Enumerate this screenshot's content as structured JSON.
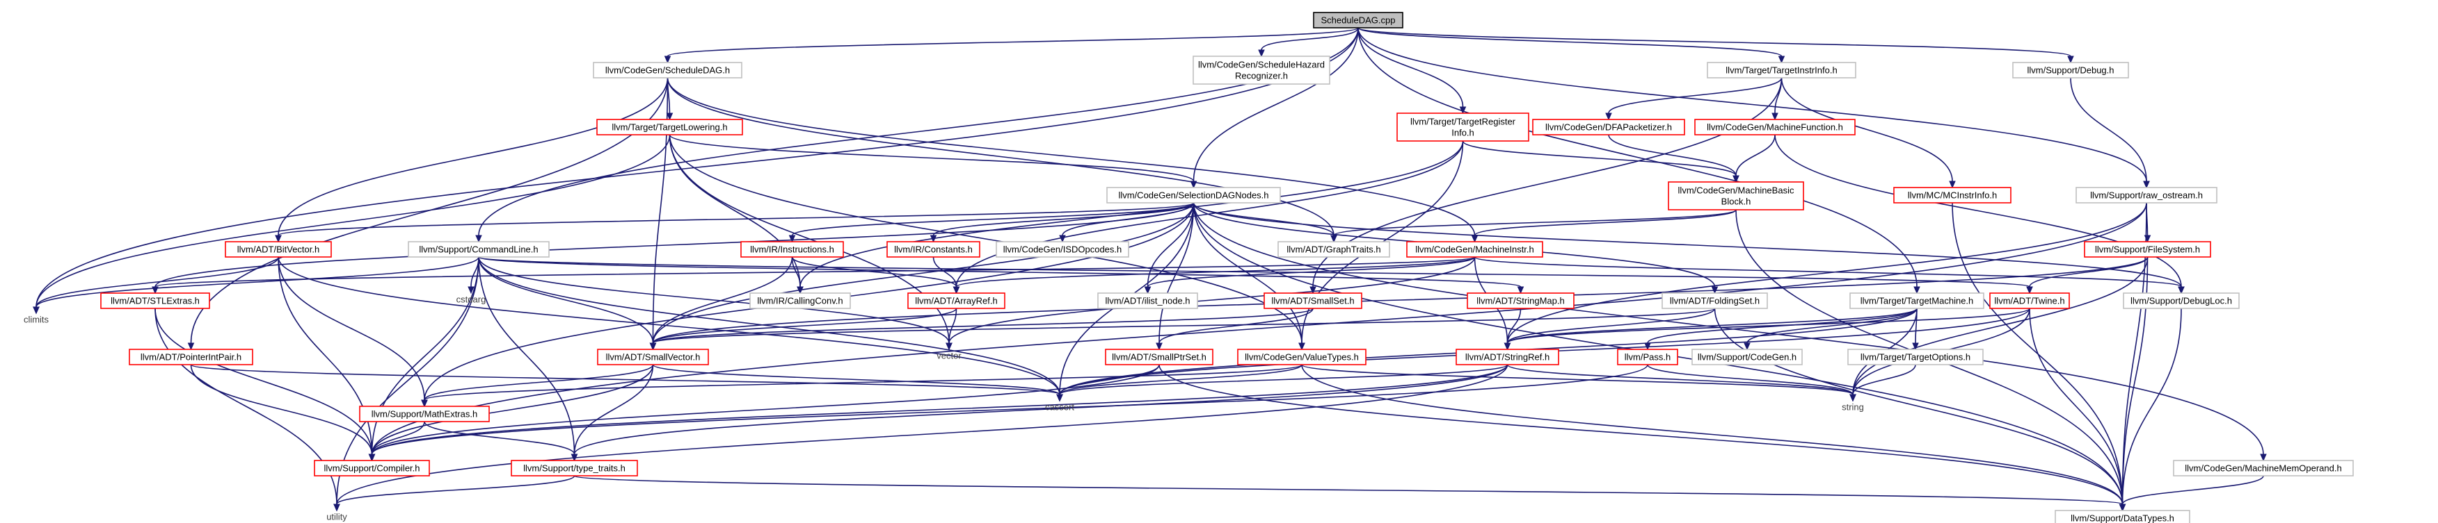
{
  "title": "ScheduleDAG.cpp",
  "colors": {
    "edge": "#191970",
    "red_border": "#ff0000",
    "grey_border": "#bfbfbf",
    "main_fill": "#bfbfbf"
  },
  "nodes": [
    {
      "id": "ScheduleDAG.cpp",
      "lines": [
        "ScheduleDAG.cpp"
      ],
      "kind": "main"
    },
    {
      "id": "climits",
      "lines": [
        "climits"
      ],
      "kind": "plain"
    },
    {
      "id": "CodeGen/ScheduleDAG.h",
      "lines": [
        "llvm/CodeGen/ScheduleDAG.h"
      ],
      "kind": "normal"
    },
    {
      "id": "Support/CommandLine.h",
      "lines": [
        "llvm/Support/CommandLine.h"
      ],
      "kind": "normal"
    },
    {
      "id": "CodeGen/ScheduleHazardRecognizer.h",
      "lines": [
        "llvm/CodeGen/ScheduleHazard",
        "Recognizer.h"
      ],
      "kind": "normal"
    },
    {
      "id": "Target/TargetRegisterInfo.h",
      "lines": [
        "llvm/Target/TargetRegister",
        "Info.h"
      ],
      "kind": "red"
    },
    {
      "id": "Target/TargetInstrInfo.h",
      "lines": [
        "llvm/Target/TargetInstrInfo.h"
      ],
      "kind": "normal"
    },
    {
      "id": "Support/Debug.h",
      "lines": [
        "llvm/Support/Debug.h"
      ],
      "kind": "normal"
    },
    {
      "id": "Target/TargetLowering.h",
      "lines": [
        "llvm/Target/TargetLowering.h"
      ],
      "kind": "red"
    },
    {
      "id": "CodeGen/DFAPacketizer.h",
      "lines": [
        "llvm/CodeGen/DFAPacketizer.h"
      ],
      "kind": "red"
    },
    {
      "id": "CodeGen/MachineFunction.h",
      "lines": [
        "llvm/CodeGen/MachineFunction.h"
      ],
      "kind": "red"
    },
    {
      "id": "CodeGen/SelectionDAGNodes.h",
      "lines": [
        "llvm/CodeGen/SelectionDAGNodes.h"
      ],
      "kind": "normal"
    },
    {
      "id": "CodeGen/MachineBasicBlock.h",
      "lines": [
        "llvm/CodeGen/MachineBasic",
        "Block.h"
      ],
      "kind": "red"
    },
    {
      "id": "MC/MCInstrInfo.h",
      "lines": [
        "llvm/MC/MCInstrInfo.h"
      ],
      "kind": "red"
    },
    {
      "id": "Support/raw_ostream.h",
      "lines": [
        "llvm/Support/raw_ostream.h"
      ],
      "kind": "normal"
    },
    {
      "id": "ADT/BitVector.h",
      "lines": [
        "llvm/ADT/BitVector.h"
      ],
      "kind": "red"
    },
    {
      "id": "IR/Instructions.h",
      "lines": [
        "llvm/IR/Instructions.h"
      ],
      "kind": "red"
    },
    {
      "id": "IR/Constants.h",
      "lines": [
        "llvm/IR/Constants.h"
      ],
      "kind": "red"
    },
    {
      "id": "CodeGen/ISDOpcodes.h",
      "lines": [
        "llvm/CodeGen/ISDOpcodes.h"
      ],
      "kind": "normal"
    },
    {
      "id": "ADT/GraphTraits.h",
      "lines": [
        "llvm/ADT/GraphTraits.h"
      ],
      "kind": "normal"
    },
    {
      "id": "CodeGen/MachineInstr.h",
      "lines": [
        "llvm/CodeGen/MachineInstr.h"
      ],
      "kind": "red"
    },
    {
      "id": "Support/FileSystem.h",
      "lines": [
        "llvm/Support/FileSystem.h"
      ],
      "kind": "red"
    },
    {
      "id": "ADT/STLExtras.h",
      "lines": [
        "llvm/ADT/STLExtras.h"
      ],
      "kind": "red"
    },
    {
      "id": "cstdarg",
      "lines": [
        "cstdarg"
      ],
      "kind": "plain"
    },
    {
      "id": "IR/CallingConv.h",
      "lines": [
        "llvm/IR/CallingConv.h"
      ],
      "kind": "normal"
    },
    {
      "id": "ADT/ArrayRef.h",
      "lines": [
        "llvm/ADT/ArrayRef.h"
      ],
      "kind": "red"
    },
    {
      "id": "ADT/ilist_node.h",
      "lines": [
        "llvm/ADT/ilist_node.h"
      ],
      "kind": "normal"
    },
    {
      "id": "ADT/SmallSet.h",
      "lines": [
        "llvm/ADT/SmallSet.h"
      ],
      "kind": "red"
    },
    {
      "id": "ADT/StringMap.h",
      "lines": [
        "llvm/ADT/StringMap.h"
      ],
      "kind": "red"
    },
    {
      "id": "ADT/FoldingSet.h",
      "lines": [
        "llvm/ADT/FoldingSet.h"
      ],
      "kind": "normal"
    },
    {
      "id": "Target/TargetMachine.h",
      "lines": [
        "llvm/Target/TargetMachine.h"
      ],
      "kind": "normal"
    },
    {
      "id": "ADT/Twine.h",
      "lines": [
        "llvm/ADT/Twine.h"
      ],
      "kind": "red"
    },
    {
      "id": "Support/DebugLoc.h",
      "lines": [
        "llvm/Support/DebugLoc.h"
      ],
      "kind": "normal"
    },
    {
      "id": "ADT/PointerIntPair.h",
      "lines": [
        "llvm/ADT/PointerIntPair.h"
      ],
      "kind": "red"
    },
    {
      "id": "ADT/SmallVector.h",
      "lines": [
        "llvm/ADT/SmallVector.h"
      ],
      "kind": "red"
    },
    {
      "id": "vector",
      "lines": [
        "vector"
      ],
      "kind": "plain"
    },
    {
      "id": "ADT/SmallPtrSet.h",
      "lines": [
        "llvm/ADT/SmallPtrSet.h"
      ],
      "kind": "red"
    },
    {
      "id": "CodeGen/ValueTypes.h",
      "lines": [
        "llvm/CodeGen/ValueTypes.h"
      ],
      "kind": "red"
    },
    {
      "id": "ADT/StringRef.h",
      "lines": [
        "llvm/ADT/StringRef.h"
      ],
      "kind": "red"
    },
    {
      "id": "Pass.h",
      "lines": [
        "llvm/Pass.h"
      ],
      "kind": "red"
    },
    {
      "id": "Support/CodeGen.h",
      "lines": [
        "llvm/Support/CodeGen.h"
      ],
      "kind": "normal"
    },
    {
      "id": "Target/TargetOptions.h",
      "lines": [
        "llvm/Target/TargetOptions.h"
      ],
      "kind": "normal"
    },
    {
      "id": "cassert",
      "lines": [
        "cassert"
      ],
      "kind": "plain"
    },
    {
      "id": "string",
      "lines": [
        "string"
      ],
      "kind": "plain"
    },
    {
      "id": "Support/MathExtras.h",
      "lines": [
        "llvm/Support/MathExtras.h"
      ],
      "kind": "red"
    },
    {
      "id": "Support/Compiler.h",
      "lines": [
        "llvm/Support/Compiler.h"
      ],
      "kind": "red"
    },
    {
      "id": "Support/type_traits.h",
      "lines": [
        "llvm/Support/type_traits.h"
      ],
      "kind": "red"
    },
    {
      "id": "CodeGen/MachineMemOperand.h",
      "lines": [
        "llvm/CodeGen/MachineMemOperand.h"
      ],
      "kind": "normal"
    },
    {
      "id": "utility",
      "lines": [
        "utility"
      ],
      "kind": "plain"
    },
    {
      "id": "Support/DataTypes.h",
      "lines": [
        "llvm/Support/DataTypes.h"
      ],
      "kind": "normal"
    }
  ],
  "edges": [
    [
      "ScheduleDAG.cpp",
      "climits"
    ],
    [
      "ScheduleDAG.cpp",
      "CodeGen/ScheduleDAG.h"
    ],
    [
      "ScheduleDAG.cpp",
      "Support/CommandLine.h"
    ],
    [
      "ScheduleDAG.cpp",
      "CodeGen/ScheduleHazardRecognizer.h"
    ],
    [
      "ScheduleDAG.cpp",
      "Target/TargetRegisterInfo.h"
    ],
    [
      "ScheduleDAG.cpp",
      "CodeGen/SelectionDAGNodes.h"
    ],
    [
      "ScheduleDAG.cpp",
      "Target/TargetInstrInfo.h"
    ],
    [
      "ScheduleDAG.cpp",
      "Support/Debug.h"
    ],
    [
      "ScheduleDAG.cpp",
      "Support/raw_ostream.h"
    ],
    [
      "ScheduleDAG.cpp",
      "Target/TargetMachine.h"
    ],
    [
      "CodeGen/ScheduleDAG.h",
      "Target/TargetLowering.h"
    ],
    [
      "CodeGen/ScheduleDAG.h",
      "ADT/BitVector.h"
    ],
    [
      "CodeGen/ScheduleDAG.h",
      "ADT/GraphTraits.h"
    ],
    [
      "CodeGen/ScheduleDAG.h",
      "CodeGen/MachineInstr.h"
    ],
    [
      "CodeGen/ScheduleDAG.h",
      "ADT/PointerIntPair.h"
    ],
    [
      "CodeGen/ScheduleDAG.h",
      "ADT/SmallVector.h"
    ],
    [
      "Target/TargetLowering.h",
      "climits"
    ],
    [
      "Target/TargetLowering.h",
      "CodeGen/SelectionDAGNodes.h"
    ],
    [
      "Target/TargetLowering.h",
      "IR/CallingConv.h"
    ],
    [
      "Target/TargetLowering.h",
      "vector"
    ],
    [
      "Target/TargetLowering.h",
      "CodeGen/ValueTypes.h"
    ],
    [
      "Target/TargetRegisterInfo.h",
      "ADT/ArrayRef.h"
    ],
    [
      "Target/TargetRegisterInfo.h",
      "IR/CallingConv.h"
    ],
    [
      "Target/TargetRegisterInfo.h",
      "CodeGen/MachineBasicBlock.h"
    ],
    [
      "Target/TargetRegisterInfo.h",
      "CodeGen/ValueTypes.h"
    ],
    [
      "Target/TargetInstrInfo.h",
      "CodeGen/DFAPacketizer.h"
    ],
    [
      "Target/TargetInstrInfo.h",
      "CodeGen/MachineFunction.h"
    ],
    [
      "Target/TargetInstrInfo.h",
      "MC/MCInstrInfo.h"
    ],
    [
      "Target/TargetInstrInfo.h",
      "ADT/SmallSet.h"
    ],
    [
      "CodeGen/DFAPacketizer.h",
      "CodeGen/MachineBasicBlock.h"
    ],
    [
      "CodeGen/MachineFunction.h",
      "CodeGen/MachineBasicBlock.h"
    ],
    [
      "CodeGen/MachineFunction.h",
      "Support/DebugLoc.h"
    ],
    [
      "CodeGen/MachineBasicBlock.h",
      "CodeGen/MachineInstr.h"
    ],
    [
      "CodeGen/MachineBasicBlock.h",
      "ADT/GraphTraits.h"
    ],
    [
      "CodeGen/MachineBasicBlock.h",
      "Support/DataTypes.h"
    ],
    [
      "MC/MCInstrInfo.h",
      "Support/DataTypes.h"
    ],
    [
      "Support/Debug.h",
      "Support/raw_ostream.h"
    ],
    [
      "Support/raw_ostream.h",
      "ADT/StringRef.h"
    ],
    [
      "Support/raw_ostream.h",
      "Support/FileSystem.h"
    ],
    [
      "Support/raw_ostream.h",
      "Support/DataTypes.h"
    ],
    [
      "Support/raw_ostream.h",
      "Support/Compiler.h"
    ],
    [
      "CodeGen/SelectionDAGNodes.h",
      "ADT/BitVector.h"
    ],
    [
      "CodeGen/SelectionDAGNodes.h",
      "IR/Instructions.h"
    ],
    [
      "CodeGen/SelectionDAGNodes.h",
      "IR/Constants.h"
    ],
    [
      "CodeGen/SelectionDAGNodes.h",
      "CodeGen/ISDOpcodes.h"
    ],
    [
      "CodeGen/SelectionDAGNodes.h",
      "ADT/GraphTraits.h"
    ],
    [
      "CodeGen/SelectionDAGNodes.h",
      "CodeGen/MachineMemOperand.h"
    ],
    [
      "CodeGen/SelectionDAGNodes.h",
      "ADT/STLExtras.h"
    ],
    [
      "CodeGen/SelectionDAGNodes.h",
      "ADT/ilist_node.h"
    ],
    [
      "CodeGen/SelectionDAGNodes.h",
      "ADT/FoldingSet.h"
    ],
    [
      "CodeGen/SelectionDAGNodes.h",
      "ADT/SmallPtrSet.h"
    ],
    [
      "CodeGen/SelectionDAGNodes.h",
      "ADT/SmallVector.h"
    ],
    [
      "CodeGen/SelectionDAGNodes.h",
      "CodeGen/ValueTypes.h"
    ],
    [
      "CodeGen/SelectionDAGNodes.h",
      "Support/MathExtras.h"
    ],
    [
      "CodeGen/SelectionDAGNodes.h",
      "Support/DebugLoc.h"
    ],
    [
      "CodeGen/SelectionDAGNodes.h",
      "Support/DataTypes.h"
    ],
    [
      "CodeGen/SelectionDAGNodes.h",
      "cassert"
    ],
    [
      "CodeGen/MachineInstr.h",
      "ADT/ArrayRef.h"
    ],
    [
      "CodeGen/MachineInstr.h",
      "ADT/ilist_node.h"
    ],
    [
      "CodeGen/MachineInstr.h",
      "ADT/STLExtras.h"
    ],
    [
      "CodeGen/MachineInstr.h",
      "ADT/StringRef.h"
    ],
    [
      "CodeGen/MachineInstr.h",
      "Support/DebugLoc.h"
    ],
    [
      "CodeGen/MachineInstr.h",
      "vector"
    ],
    [
      "ADT/BitVector.h",
      "climits"
    ],
    [
      "ADT/BitVector.h",
      "Support/Compiler.h"
    ],
    [
      "ADT/BitVector.h",
      "Support/MathExtras.h"
    ],
    [
      "ADT/BitVector.h",
      "cassert"
    ],
    [
      "Support/CommandLine.h",
      "climits"
    ],
    [
      "Support/CommandLine.h",
      "cstdarg"
    ],
    [
      "Support/CommandLine.h",
      "ADT/SmallVector.h"
    ],
    [
      "Support/CommandLine.h",
      "ADT/StringMap.h"
    ],
    [
      "Support/CommandLine.h",
      "ADT/Twine.h"
    ],
    [
      "Support/CommandLine.h",
      "Support/Compiler.h"
    ],
    [
      "Support/CommandLine.h",
      "Support/type_traits.h"
    ],
    [
      "Support/CommandLine.h",
      "cassert"
    ],
    [
      "Support/CommandLine.h",
      "utility"
    ],
    [
      "Support/CommandLine.h",
      "vector"
    ],
    [
      "IR/Instructions.h",
      "IR/CallingConv.h"
    ],
    [
      "IR/Instructions.h",
      "ADT/ArrayRef.h"
    ],
    [
      "IR/Instructions.h",
      "ADT/SmallVector.h"
    ],
    [
      "IR/Constants.h",
      "ADT/ArrayRef.h"
    ],
    [
      "ADT/ArrayRef.h",
      "ADT/SmallVector.h"
    ],
    [
      "ADT/ArrayRef.h",
      "vector"
    ],
    [
      "ADT/STLExtras.h",
      "utility"
    ],
    [
      "ADT/STLExtras.h",
      "Support/Compiler.h"
    ],
    [
      "ADT/SmallSet.h",
      "ADT/SmallPtrSet.h"
    ],
    [
      "ADT/SmallSet.h",
      "ADT/SmallVector.h"
    ],
    [
      "ADT/StringMap.h",
      "ADT/StringRef.h"
    ],
    [
      "ADT/FoldingSet.h",
      "ADT/SmallVector.h"
    ],
    [
      "ADT/FoldingSet.h",
      "ADT/StringRef.h"
    ],
    [
      "ADT/FoldingSet.h",
      "Support/DataTypes.h"
    ],
    [
      "Target/TargetMachine.h",
      "ADT/StringRef.h"
    ],
    [
      "Target/TargetMachine.h",
      "Pass.h"
    ],
    [
      "Target/TargetMachine.h",
      "Support/CodeGen.h"
    ],
    [
      "Target/TargetMachine.h",
      "Target/TargetOptions.h"
    ],
    [
      "Target/TargetMachine.h",
      "cassert"
    ],
    [
      "Target/TargetMachine.h",
      "string"
    ],
    [
      "Support/FileSystem.h",
      "ADT/Twine.h"
    ],
    [
      "Support/FileSystem.h",
      "Support/DataTypes.h"
    ],
    [
      "Support/FileSystem.h",
      "string"
    ],
    [
      "Support/FileSystem.h",
      "ADT/SmallVector.h"
    ],
    [
      "ADT/Twine.h",
      "ADT/StringRef.h"
    ],
    [
      "ADT/Twine.h",
      "Support/DataTypes.h"
    ],
    [
      "ADT/Twine.h",
      "cassert"
    ],
    [
      "ADT/Twine.h",
      "string"
    ],
    [
      "ADT/PointerIntPair.h",
      "Support/Compiler.h"
    ],
    [
      "ADT/PointerIntPair.h",
      "cassert"
    ],
    [
      "ADT/SmallVector.h",
      "Support/Compiler.h"
    ],
    [
      "ADT/SmallVector.h",
      "Support/MathExtras.h"
    ],
    [
      "ADT/SmallVector.h",
      "Support/type_traits.h"
    ],
    [
      "ADT/SmallVector.h",
      "cassert"
    ],
    [
      "ADT/SmallPtrSet.h",
      "Support/Compiler.h"
    ],
    [
      "ADT/SmallPtrSet.h",
      "Support/DataTypes.h"
    ],
    [
      "ADT/SmallPtrSet.h",
      "cassert"
    ],
    [
      "CodeGen/ValueTypes.h",
      "Support/MathExtras.h"
    ],
    [
      "CodeGen/ValueTypes.h",
      "Support/DataTypes.h"
    ],
    [
      "CodeGen/ValueTypes.h",
      "cassert"
    ],
    [
      "CodeGen/ValueTypes.h",
      "string"
    ],
    [
      "ADT/StringRef.h",
      "Support/type_traits.h"
    ],
    [
      "ADT/StringRef.h",
      "Support/Compiler.h"
    ],
    [
      "ADT/StringRef.h",
      "cassert"
    ],
    [
      "ADT/StringRef.h",
      "string"
    ],
    [
      "ADT/StringRef.h",
      "utility"
    ],
    [
      "Pass.h",
      "Support/Compiler.h"
    ],
    [
      "Pass.h",
      "string"
    ],
    [
      "Target/TargetOptions.h",
      "string"
    ],
    [
      "Support/MathExtras.h",
      "Support/Compiler.h"
    ],
    [
      "Support/MathExtras.h",
      "Support/type_traits.h"
    ],
    [
      "Support/type_traits.h",
      "utility"
    ],
    [
      "Support/type_traits.h",
      "Support/DataTypes.h"
    ],
    [
      "CodeGen/MachineMemOperand.h",
      "Support/DataTypes.h"
    ],
    [
      "Support/DebugLoc.h",
      "Support/DataTypes.h"
    ]
  ]
}
